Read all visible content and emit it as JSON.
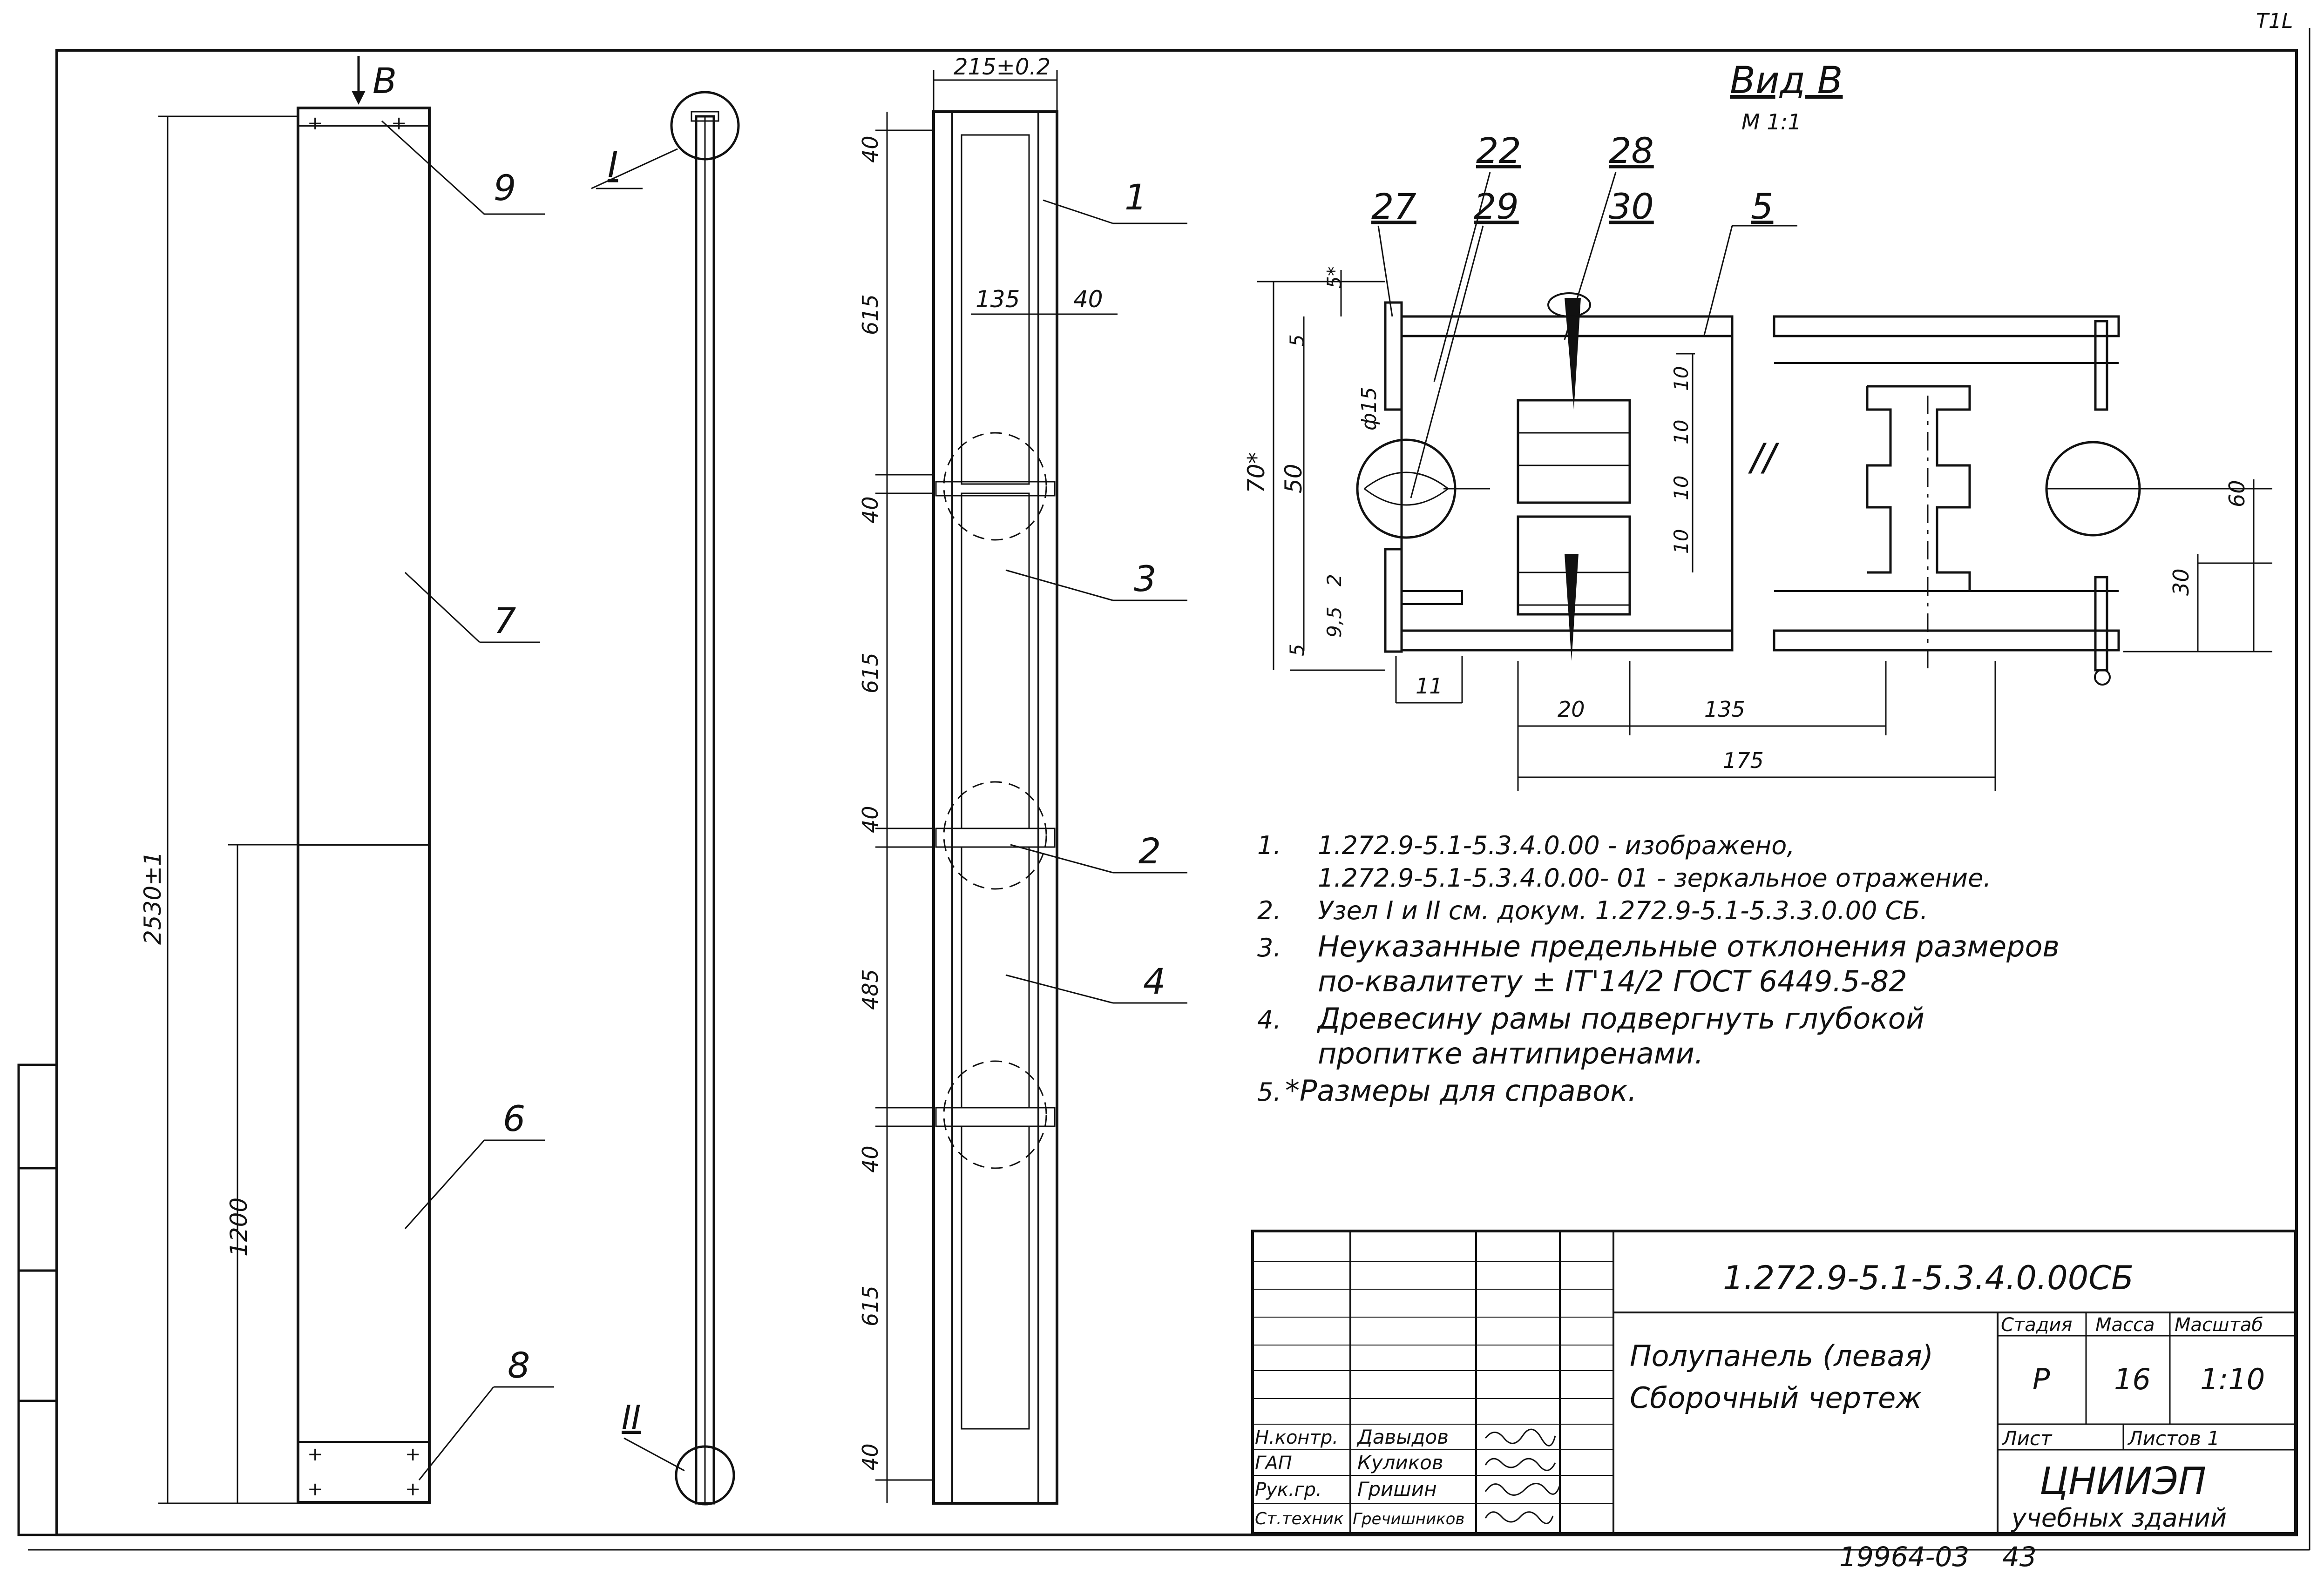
{
  "corner_mark": "Т1L",
  "main_view": {
    "arrow_label": "В",
    "height_dim": "2530±1",
    "lower_dim": "1200",
    "callouts": [
      "9",
      "7",
      "6",
      "8"
    ]
  },
  "side_view": {
    "node_top": "I",
    "node_bottom": "II"
  },
  "section_view": {
    "width_dim": "215±0.2",
    "inner_dim_a": "135",
    "inner_dim_b": "40",
    "vertical_dims": [
      "40",
      "615",
      "40",
      "615",
      "40",
      "485",
      "40",
      "615",
      "40"
    ],
    "callouts": [
      "1",
      "3",
      "2",
      "4"
    ]
  },
  "detail_view": {
    "title": "Вид В",
    "scale": "М 1:1",
    "callouts": [
      "27",
      "22",
      "29",
      "28",
      "30",
      "5"
    ],
    "dims": {
      "d5star": "5*",
      "d5a": "5",
      "d70star": "70*",
      "d50": "50",
      "phi15": "ф15",
      "d2": "2",
      "d9_5": "9,5",
      "d5b": "5",
      "d11": "11",
      "d10a": "10",
      "d10b": "10",
      "d10c": "10",
      "d10d": "10",
      "d20": "20",
      "d135": "135",
      "d175": "175",
      "d60": "60",
      "d30": "30"
    }
  },
  "notes": [
    {
      "num": "1.",
      "lines": [
        "1.272.9-5.1-5.3.4.0.00  - изображено,",
        "1.272.9-5.1-5.3.4.0.00- 01 - зеркальное отражение."
      ]
    },
    {
      "num": "2.",
      "lines": [
        "Узел I и II см. докум. 1.272.9-5.1-5.3.3.0.00 СБ."
      ]
    },
    {
      "num": "3.",
      "lines": [
        "Неуказанные предельные отклонения размеров",
        "по-квалитету  ± IT'14/2  ГОСТ 6449.5-82"
      ]
    },
    {
      "num": "4.",
      "lines": [
        "Древесину рамы подвергнуть глубокой",
        "пропитке антипиренами."
      ]
    },
    {
      "num": "5.",
      "lines": [
        "*Размеры для справок."
      ]
    }
  ],
  "title_block": {
    "doc_code": "1.272.9-5.1-5.3.4.0.00СБ",
    "name_line1": "Полупанель (левая)",
    "name_line2": "Сборочный чертеж",
    "stage_header": "Стадия",
    "mass_header": "Масса",
    "scale_header": "Масштаб",
    "stage": "Р",
    "mass": "16",
    "scale": "1:10",
    "sheet_label": "Лист",
    "sheets_label": "Листов 1",
    "org_line1": "ЦНИИЭП",
    "org_line2": "учебных зданий",
    "roles": [
      {
        "role": "Н.контр.",
        "name": "Давыдов"
      },
      {
        "role": "ГАП",
        "name": "Куликов"
      },
      {
        "role": "Рук.гр.",
        "name": "Гришин"
      },
      {
        "role": "Ст.техник",
        "name": "Гречишников"
      }
    ]
  },
  "footer": {
    "code": "19964-03",
    "page": "43"
  }
}
